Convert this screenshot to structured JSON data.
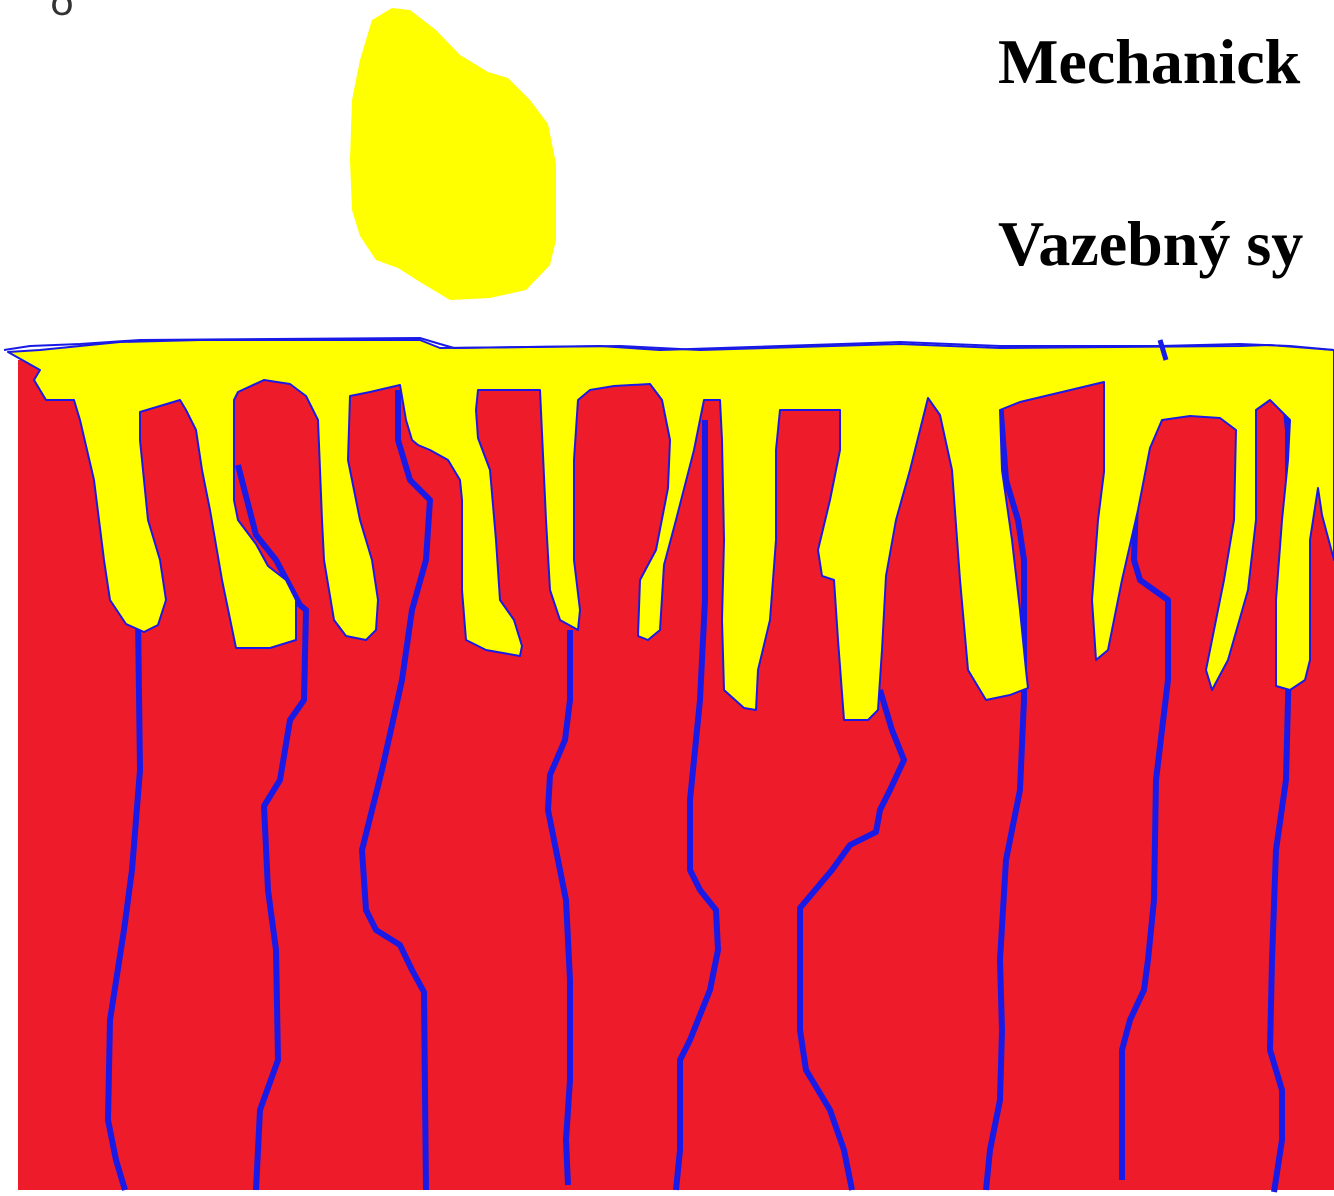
{
  "slide": {
    "title_line_1": "Mechanick",
    "title_line_2": "Vazebný sy",
    "corner_mark": "ꝺ"
  },
  "colors": {
    "substrate": "#ee1c2a",
    "coating": "#ffff00",
    "outline": "#1a1ae6",
    "background": "#ffffff"
  }
}
